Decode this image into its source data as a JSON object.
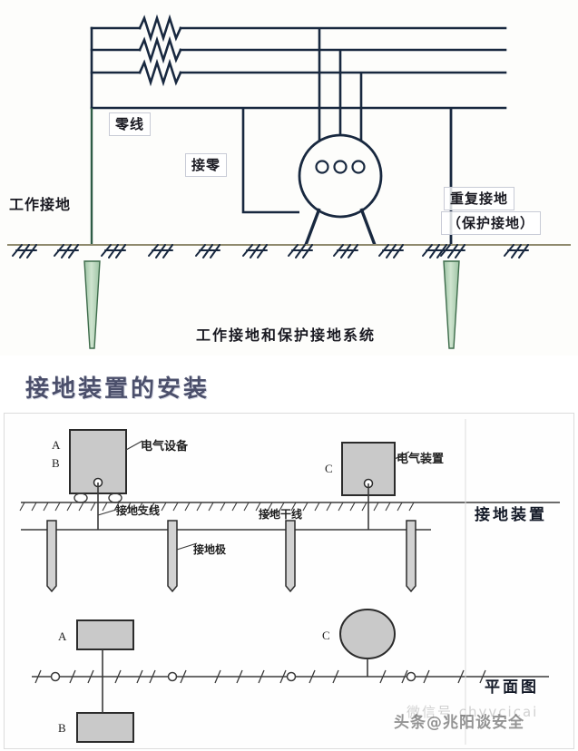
{
  "top_diagram": {
    "caption": "工作接地和保护接地系统",
    "labels": {
      "neutral_line": "零线",
      "neutral_connection": "接零",
      "working_ground": "工作接地",
      "repeated_ground": "重复接地",
      "protective_ground": "（保护接地）"
    },
    "colors": {
      "wire": "#18283f",
      "ground_line": "#8f8a6e",
      "electrode_fill": "#b9d4b9",
      "electrode_stroke": "#3d6b4a"
    },
    "phase_count": 3,
    "winding_count": 3,
    "motor_terminals": 3,
    "ground_hatch_count": 12
  },
  "heading": "接地装置的安装",
  "bottom_diagram": {
    "elevation": {
      "labels": {
        "electrical_equipment": "电气设备",
        "electrical_installation": "电气装置",
        "grounding_branch_line": "接地支线",
        "grounding_trunk_line": "接地干线",
        "grounding_electrode": "接地极"
      },
      "markers": {
        "a": "A",
        "b": "B",
        "c": "C"
      },
      "electrode_count": 4
    },
    "plan": {
      "markers": {
        "a": "A",
        "b": "B",
        "c": "C"
      },
      "node_count": 4
    },
    "side_captions": {
      "grounding_device": "接地装置",
      "plan_view": "平面图"
    },
    "colors": {
      "line": "#3a3a3a",
      "box_fill": "#c9c9c9",
      "box_stroke": "#2b2b2b"
    }
  },
  "watermark": {
    "text": "头条@兆阳谈安全",
    "ghost": "微信号 chyvcicai"
  }
}
